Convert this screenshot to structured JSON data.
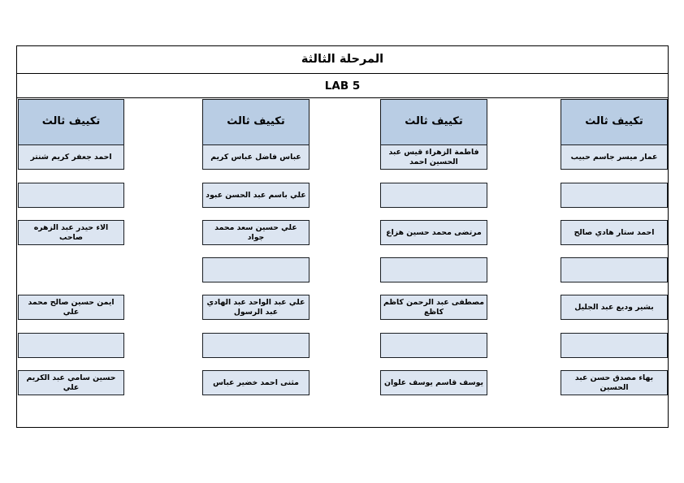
{
  "document": {
    "title": "المرحلة الثالثة",
    "subtitle": "LAB 5"
  },
  "columns": [
    {
      "header": "تكييف ثالث",
      "cells": [
        "عمار ميسر جاسم حبيب",
        "",
        "احمد ستار هادي صالح",
        "",
        "بشير وديع عبد الجليل",
        "",
        "بهاء مصدق حسن عبد الحسين"
      ]
    },
    {
      "header": "تكييف ثالث",
      "cells": [
        "فاطمة الزهراء قيس عبد الحسين احمد",
        "",
        "مرتضى محمد حسين هزاع",
        "",
        "مصطفى عبد الرحمن كاظم كاظع",
        "",
        "يوسف قاسم يوسف علوان"
      ]
    },
    {
      "header": "تكييف ثالث",
      "cells": [
        "عباس فاضل عباس كريم",
        "علي باسم عبد الحسن عبود",
        "علي حسين سعد محمد جواد",
        "",
        "علي عبد الواحد عبد الهادي عبد الرسول",
        "",
        "مثنى احمد خضير عباس"
      ]
    },
    {
      "header": "تكييف ثالث",
      "cells": [
        "احمد جعفر كريم شنتر",
        "",
        "الاء حيدر عبد الزهره صاحب",
        null,
        "ايمن حسين صالح محمد علي",
        "",
        "حسين سامي عبد الكريم علي"
      ]
    }
  ],
  "colors": {
    "header_fill": "#b9cde4",
    "cell_fill": "#dce5f1",
    "border": "#15181c",
    "page": "#ffffff"
  }
}
